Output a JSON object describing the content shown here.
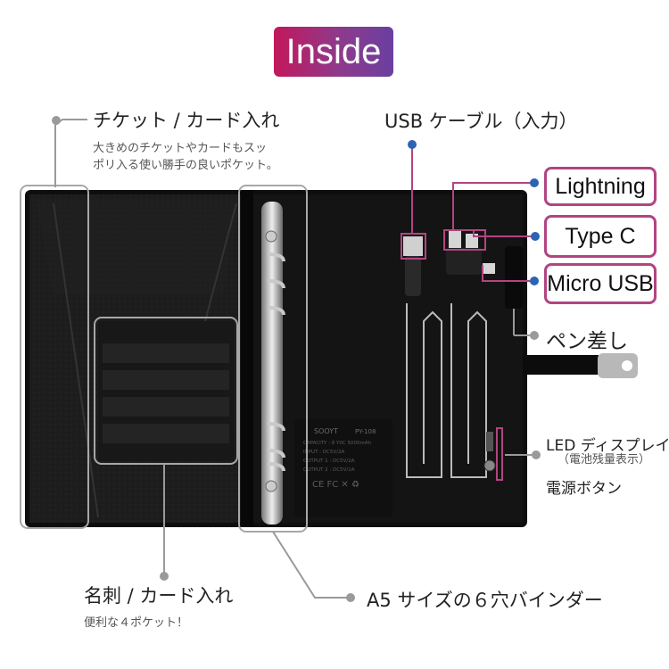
{
  "header": {
    "badge": "Inside"
  },
  "left_top": {
    "title": "チケット / カード入れ",
    "desc_line1": "大きめのチケットやカードもスッ",
    "desc_line2": "ポリ入る使い勝手の良いポケット。"
  },
  "left_bottom": {
    "title": "名刺 / カード入れ",
    "desc": "便利な４ポケット！"
  },
  "binder": {
    "label": "A5 サイズの６穴バインダー"
  },
  "right": {
    "usb_cable": "USB ケーブル（入力）",
    "pills": [
      "Lightning",
      "Type C",
      "Micro USB"
    ],
    "pen": "ペン差し",
    "led_title": "LED ディスプレイ",
    "led_sub": "（電池残量表示）",
    "power": "電源ボタン"
  },
  "device": {
    "brand": "SOOYT",
    "model": "PY-108",
    "specs": [
      "CAPACITY : 8 Y0C 5000mAh",
      "INPUT : DC5V/2A",
      "OUTPUT 1 : DC5V/2A",
      "OUTPUT 2 : DC5V/1A"
    ],
    "cert_marks": "CE FC ✕ ♻"
  },
  "colors": {
    "accent_pink": "#b24482",
    "gradient_start": "#c2185b",
    "gradient_end": "#6a3fa0",
    "dot_blue": "#2c63b5",
    "leather": "#1c1c1c"
  }
}
